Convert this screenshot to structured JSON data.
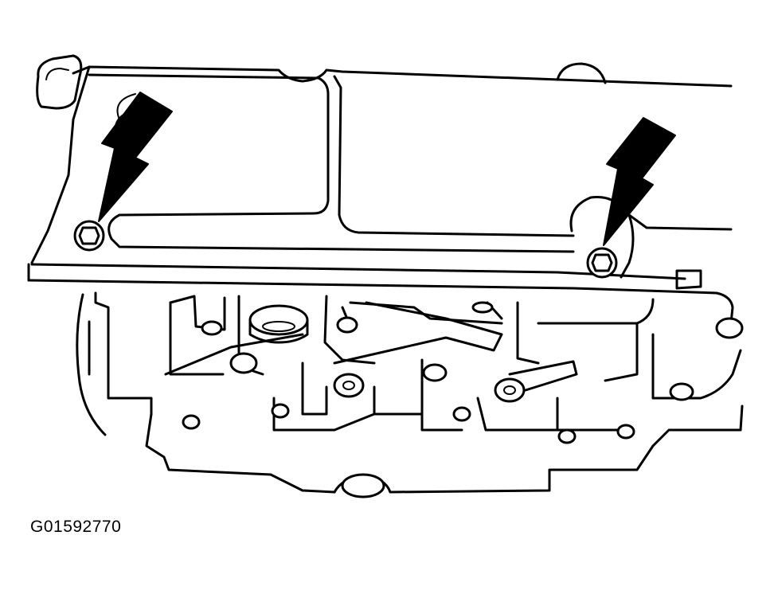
{
  "figure": {
    "id_label": "G01592770"
  },
  "callouts": [
    {
      "name": "left-bolt-arrow",
      "points_to": "bolt"
    },
    {
      "name": "right-bolt-arrow",
      "points_to": "bolt"
    }
  ],
  "colors": {
    "line": "#000000",
    "background": "#ffffff"
  }
}
